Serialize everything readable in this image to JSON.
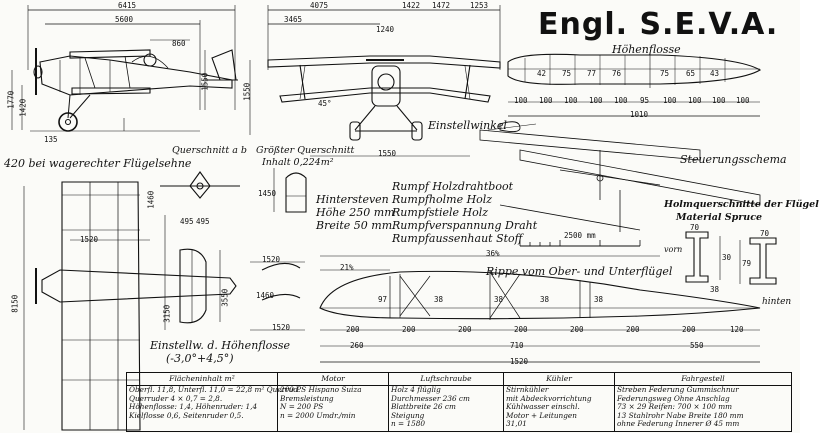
{
  "title": "Engl. S.E.V.A.",
  "dims": {
    "side_total": "6415",
    "side_fuselage": "5600",
    "side_top": "860",
    "side_height1": "1770",
    "side_height2": "1420",
    "side_strut": "1550",
    "side_gear": "135",
    "front_span_total": "4075",
    "front_span2": "1422",
    "front_span3": "1472",
    "front_span4": "1253",
    "front_span_inner": "3465",
    "front_gap": "1240",
    "front_height": "1550",
    "front_angle": "45°",
    "front_bottom": "1550",
    "stab_length": "1010",
    "stab_bottom": [
      "100",
      "100",
      "100",
      "100",
      "100",
      "95",
      "100",
      "100",
      "100",
      "100"
    ],
    "stab_top": [
      "42",
      "75",
      "77",
      "76",
      "75",
      "65",
      "43"
    ],
    "plan_span": "8150",
    "plan_chord": "1520",
    "plan_top": "1460",
    "plan_cs1": "495",
    "plan_cs2": "495",
    "plan_tail": "3150",
    "plan_tail2": "3550",
    "ew_w1": "1520",
    "ew_w2": "1460",
    "ew_w3": "1520",
    "rib_top": "36%",
    "rib_left": "21%",
    "rib_bottom": [
      "200",
      "200",
      "200",
      "200",
      "200",
      "200",
      "200",
      "120"
    ],
    "rib_sections": [
      "97",
      "38",
      "38",
      "38",
      "38"
    ],
    "rib_lower": [
      "260",
      "710",
      "550"
    ],
    "rib_total": "1520",
    "scale": "2500 mm",
    "holm_dims": [
      "70",
      "30",
      "70",
      "79",
      "38"
    ],
    "gear_w": "1450"
  },
  "labels": {
    "stab_title": "Höhenflosse",
    "einstellwinkel": "Einstellwinkel",
    "steering": "Steuerungsschema",
    "sehne": "420 bei wagerechter Flügelsehne",
    "qs_ab": "Querschnitt a b",
    "qs_big": "Größter Querschnitt",
    "qs_area": "Inhalt 0,224m²",
    "fuselage_spec": [
      {
        "k": "",
        "v": "Rumpf Holzdrahtboot"
      },
      {
        "k": "Hintersteven",
        "v": "Rumpfholme Holz"
      },
      {
        "k": "Höhe 250 mm",
        "v": "Rumpfstiele Holz"
      },
      {
        "k": "Breite 50 mm",
        "v": "Rumpfverspannung Draht"
      },
      {
        "k": "",
        "v": "Rumpfaussenhaut Stoff"
      }
    ],
    "holm_title1": "Holmquerschnitte der Flügel",
    "holm_title2": "Material Spruce",
    "vorn": "vorn",
    "hinten": "hinten",
    "rib_title": "Rippe vom Ober- und Unterflügel",
    "einstell_title": "Einstellw. d. Höhenflosse",
    "einstell_val": "(-3,0°+4,5°)"
  },
  "table": [
    {
      "head": "Flächeninhalt m²",
      "lines": [
        "Oberfl. 11,8, Unterfl. 11,0 = 22,8 m² Querrud.",
        "Querruder 4 × 0,7 = 2,8.",
        "Höhenflosse: 1,4, Höhenruder: 1,4",
        "Kielflosse 0,6, Seitenruder 0,5."
      ]
    },
    {
      "head": "Motor",
      "lines": [
        "200 PS Hispano Suiza",
        "Bremsleistung",
        "N = 200 PS",
        "n = 2000 Umdr./min"
      ]
    },
    {
      "head": "Luftschraube",
      "lines": [
        "Holz 4 flüglig",
        "Durchmesser 236 cm",
        "Blattbreite 26 cm",
        "Steigung",
        "n = 1580"
      ]
    },
    {
      "head": "Kühler",
      "lines": [
        "Stirnkühler",
        "mit Abdeckvorrichtung",
        "Kühlwasser einschl.",
        "Motor + Leitungen",
        "31,01"
      ]
    },
    {
      "head": "Fahrgestell",
      "lines": [
        "Streben  Federung Gummischnur",
        "Federungsweg Ohne Anschlag",
        "73 × 29  Reifen: 700 × 100 mm",
        "13 Stahlrohr Nabe Breite 180 mm",
        "ohne Federung  Innerer Ø 45 mm"
      ]
    }
  ]
}
